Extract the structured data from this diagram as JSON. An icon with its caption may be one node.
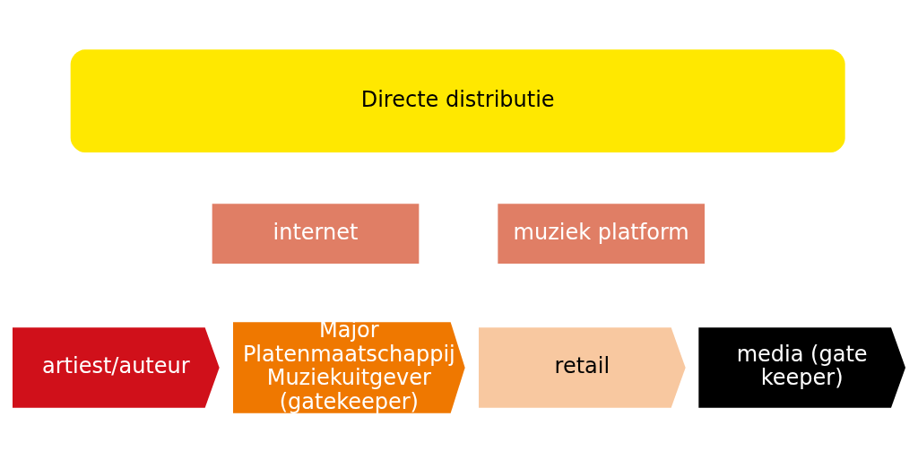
{
  "diagram": {
    "nodes": [
      {
        "text": [
          "Directe distributie"
        ]
      },
      {
        "text": [
          "internet"
        ]
      },
      {
        "text": [
          "muziek platform"
        ]
      },
      {
        "text": [
          "artiest/auteur"
        ]
      },
      {
        "text": [
          "Major Platenmaatschappij Muziekuitgever (gatekeeper)"
        ]
      },
      {
        "text": [
          "retail"
        ]
      },
      {
        "text": [
          "media (gate keeper)"
        ]
      }
    ]
  }
}
